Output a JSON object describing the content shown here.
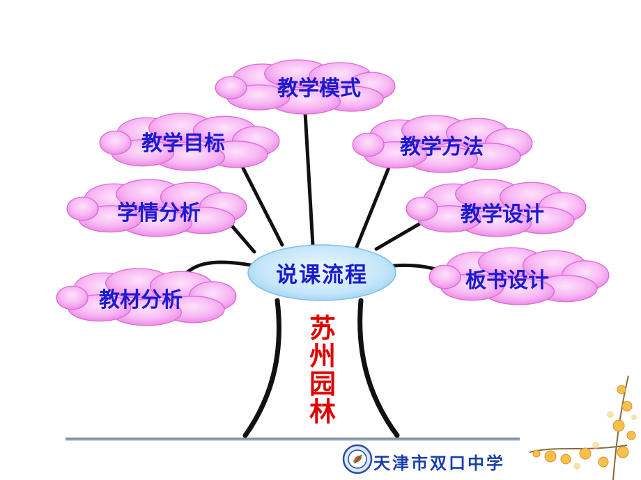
{
  "diagram": {
    "center": "说课流程",
    "trunk_text": "苏州园林",
    "branches": [
      {
        "id": "mode",
        "label": "教学模式"
      },
      {
        "id": "goal",
        "label": "教学目标"
      },
      {
        "id": "method",
        "label": "教学方法"
      },
      {
        "id": "situation",
        "label": "学情分析"
      },
      {
        "id": "design",
        "label": "教学设计"
      },
      {
        "id": "material",
        "label": "教材分析"
      },
      {
        "id": "board",
        "label": "板书设计"
      }
    ]
  },
  "footer": {
    "school_name": "天津市双口中学",
    "logo": "school-emblem-icon",
    "decoration": "flower-branch"
  },
  "colors": {
    "cloud_fill": "#f4a6f0",
    "cloud_light": "#fde2fb",
    "label_blue": "#1a1ad0",
    "trunk_red": "#e00000",
    "center_fill": "#bfe3f8",
    "footer_line": "#7f8ea8",
    "flower": "#f6c04a"
  }
}
